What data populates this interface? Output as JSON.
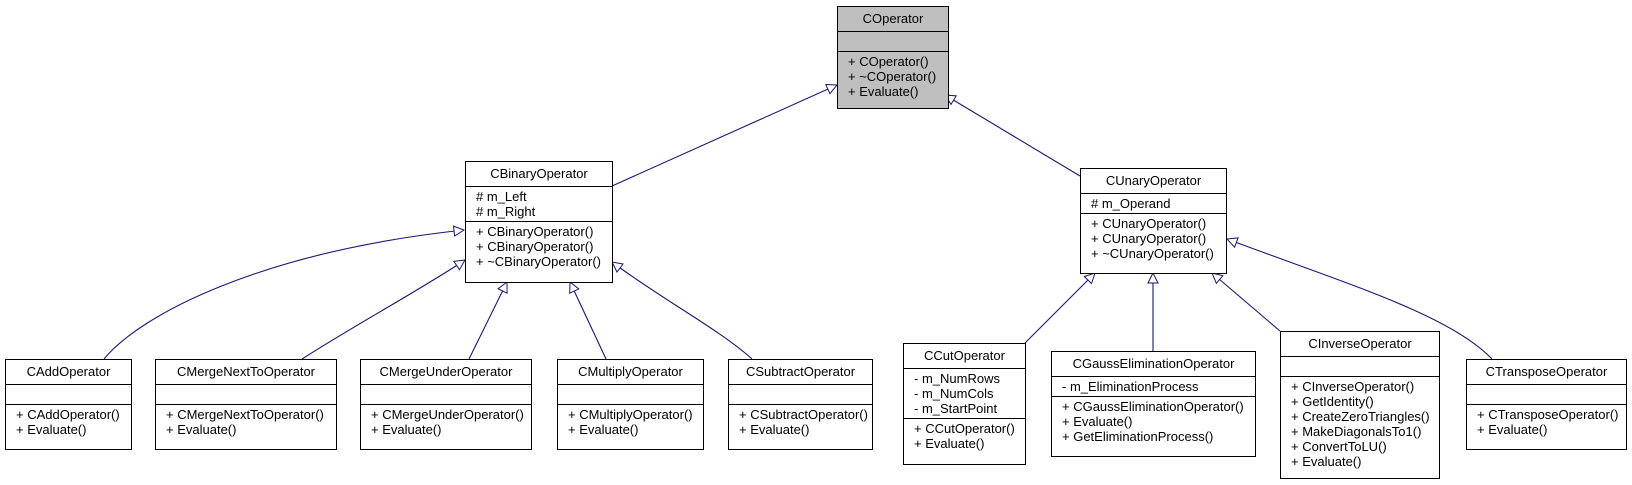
{
  "classes": {
    "coperator": {
      "name": "COperator",
      "attributes": [],
      "methods": [
        "+ COperator()",
        "+ ~COperator()",
        "+ Evaluate()"
      ]
    },
    "cbinary": {
      "name": "CBinaryOperator",
      "attributes": [
        "# m_Left",
        "# m_Right"
      ],
      "methods": [
        "+ CBinaryOperator()",
        "+ CBinaryOperator()",
        "+ ~CBinaryOperator()"
      ]
    },
    "cunary": {
      "name": "CUnaryOperator",
      "attributes": [
        "# m_Operand"
      ],
      "methods": [
        "+ CUnaryOperator()",
        "+ CUnaryOperator()",
        "+ ~CUnaryOperator()"
      ]
    },
    "cadd": {
      "name": "CAddOperator",
      "attributes": [],
      "methods": [
        "+ CAddOperator()",
        "+ Evaluate()"
      ]
    },
    "cmergenext": {
      "name": "CMergeNextToOperator",
      "attributes": [],
      "methods": [
        "+ CMergeNextToOperator()",
        "+ Evaluate()"
      ]
    },
    "cmergeunder": {
      "name": "CMergeUnderOperator",
      "attributes": [],
      "methods": [
        "+ CMergeUnderOperator()",
        "+ Evaluate()"
      ]
    },
    "cmultiply": {
      "name": "CMultiplyOperator",
      "attributes": [],
      "methods": [
        "+ CMultiplyOperator()",
        "+ Evaluate()"
      ]
    },
    "csubtract": {
      "name": "CSubtractOperator",
      "attributes": [],
      "methods": [
        "+ CSubtractOperator()",
        "+ Evaluate()"
      ]
    },
    "ccut": {
      "name": "CCutOperator",
      "attributes": [
        "- m_NumRows",
        "- m_NumCols",
        "- m_StartPoint"
      ],
      "methods": [
        "+ CCutOperator()",
        "+ Evaluate()"
      ]
    },
    "cgauss": {
      "name": "CGaussEliminationOperator",
      "attributes": [
        "- m_EliminationProcess"
      ],
      "methods": [
        "+ CGaussEliminationOperator()",
        "+ Evaluate()",
        "+ GetEliminationProcess()"
      ]
    },
    "cinverse": {
      "name": "CInverseOperator",
      "attributes": [],
      "methods": [
        "+ CInverseOperator()",
        "+ GetIdentity()",
        "+ CreateZeroTriangles()",
        "+ MakeDiagonalsTo1()",
        "+ ConvertToLU()",
        "+ Evaluate()"
      ]
    },
    "ctranspose": {
      "name": "CTransposeOperator",
      "attributes": [],
      "methods": [
        "+ CTransposeOperator()",
        "+ Evaluate()"
      ]
    }
  },
  "edge_color": "#191970",
  "highlight_color": "#bfbfbf"
}
